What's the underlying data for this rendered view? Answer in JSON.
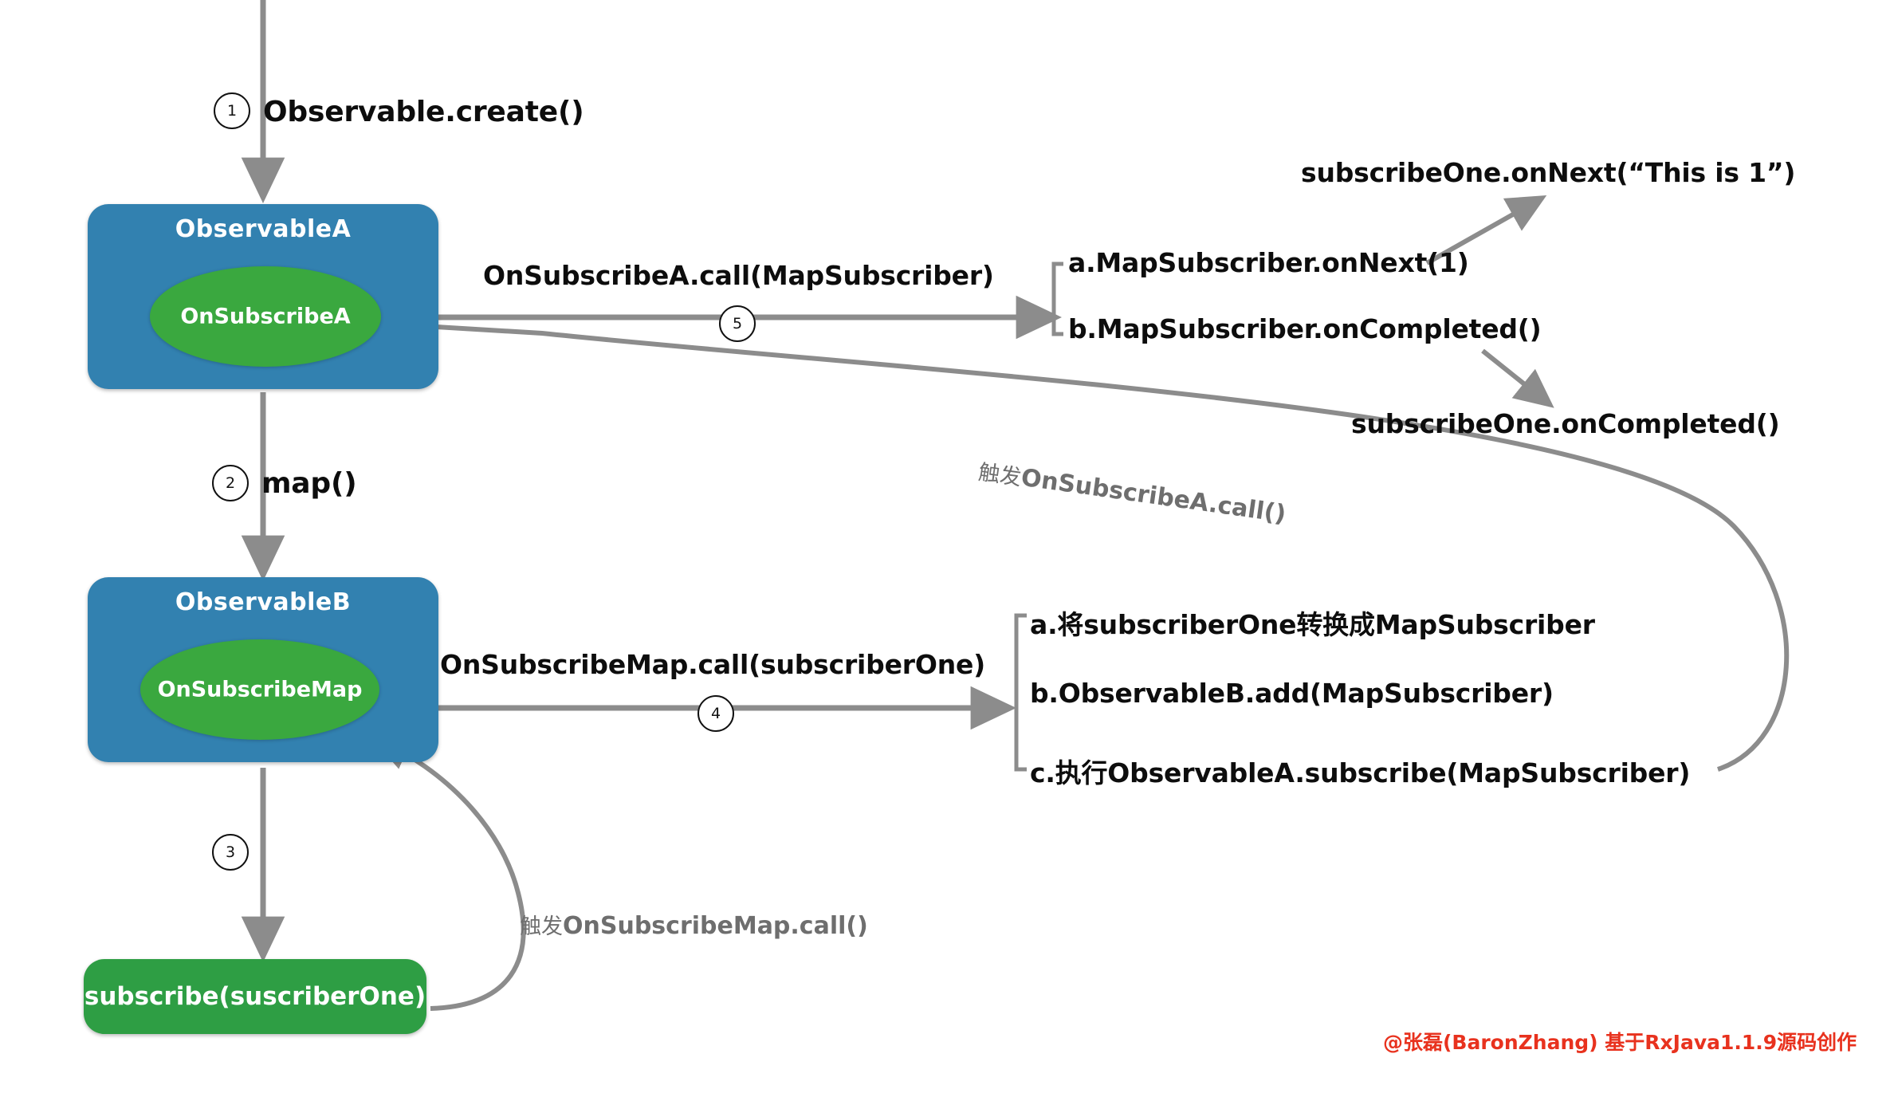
{
  "diagram": {
    "title": "RxJava map() subscribe flow",
    "colors": {
      "observable_box": "#3281b0",
      "onsubscribe_ellipse": "#3aa83f",
      "subscribe_box": "#2e9e44",
      "arrow": "#8c8c8c",
      "text": "#0d0d0d",
      "caption": "#6e6e6e",
      "signature": "#e8321e"
    },
    "nodes": {
      "observable_a": {
        "title": "ObservableA",
        "inner": "OnSubscribeA"
      },
      "observable_b": {
        "title": "ObservableB",
        "inner": "OnSubscribeMap"
      },
      "subscribe": {
        "label": "subscribe(suscriberOne)"
      }
    },
    "steps": [
      {
        "n": "1",
        "label": "Observable.create()"
      },
      {
        "n": "2",
        "label": "map()"
      },
      {
        "n": "3",
        "label": ""
      },
      {
        "n": "4",
        "label": "OnSubscribeMap.call(subscriberOne)"
      },
      {
        "n": "5",
        "label": "OnSubscribeA.call(MapSubscriber)"
      }
    ],
    "step_numbers": {
      "one": "1",
      "two": "2",
      "three": "3",
      "four": "4",
      "five": "5"
    },
    "edge_labels": {
      "create": "Observable.create()",
      "map": "map()",
      "onsubscribe_a_call": "OnSubscribeA.call(MapSubscriber)",
      "onsubscribe_map_call": "OnSubscribeMap.call(subscriberOne)",
      "trigger_a": "触发OnSubscribeA.call()",
      "trigger_a_cn": "触发",
      "trigger_a_en": "OnSubscribeA.call()",
      "trigger_map_cn": "触发",
      "trigger_map_en": "OnSubscribeMap.call()"
    },
    "step5_detail": [
      "a.MapSubscriber.onNext(1)",
      "b.MapSubscriber.onCompleted()"
    ],
    "step5_detail_a": "a.MapSubscriber.onNext(1)",
    "step5_detail_b": "b.MapSubscriber.onCompleted()",
    "step4_detail_a": "a.将subscriberOne转换成MapSubscriber",
    "step4_detail_b": "b.ObservableB.add(MapSubscriber)",
    "step4_detail_c": "c.执行ObservableA.subscribe(MapSubscriber)",
    "outcomes": {
      "on_next": "subscribeOne.onNext(“This is 1”)",
      "on_completed": "subscribeOne.onCompleted()"
    },
    "signature": "@张磊(BaronZhang) 基于RxJava1.1.9源码创作"
  }
}
